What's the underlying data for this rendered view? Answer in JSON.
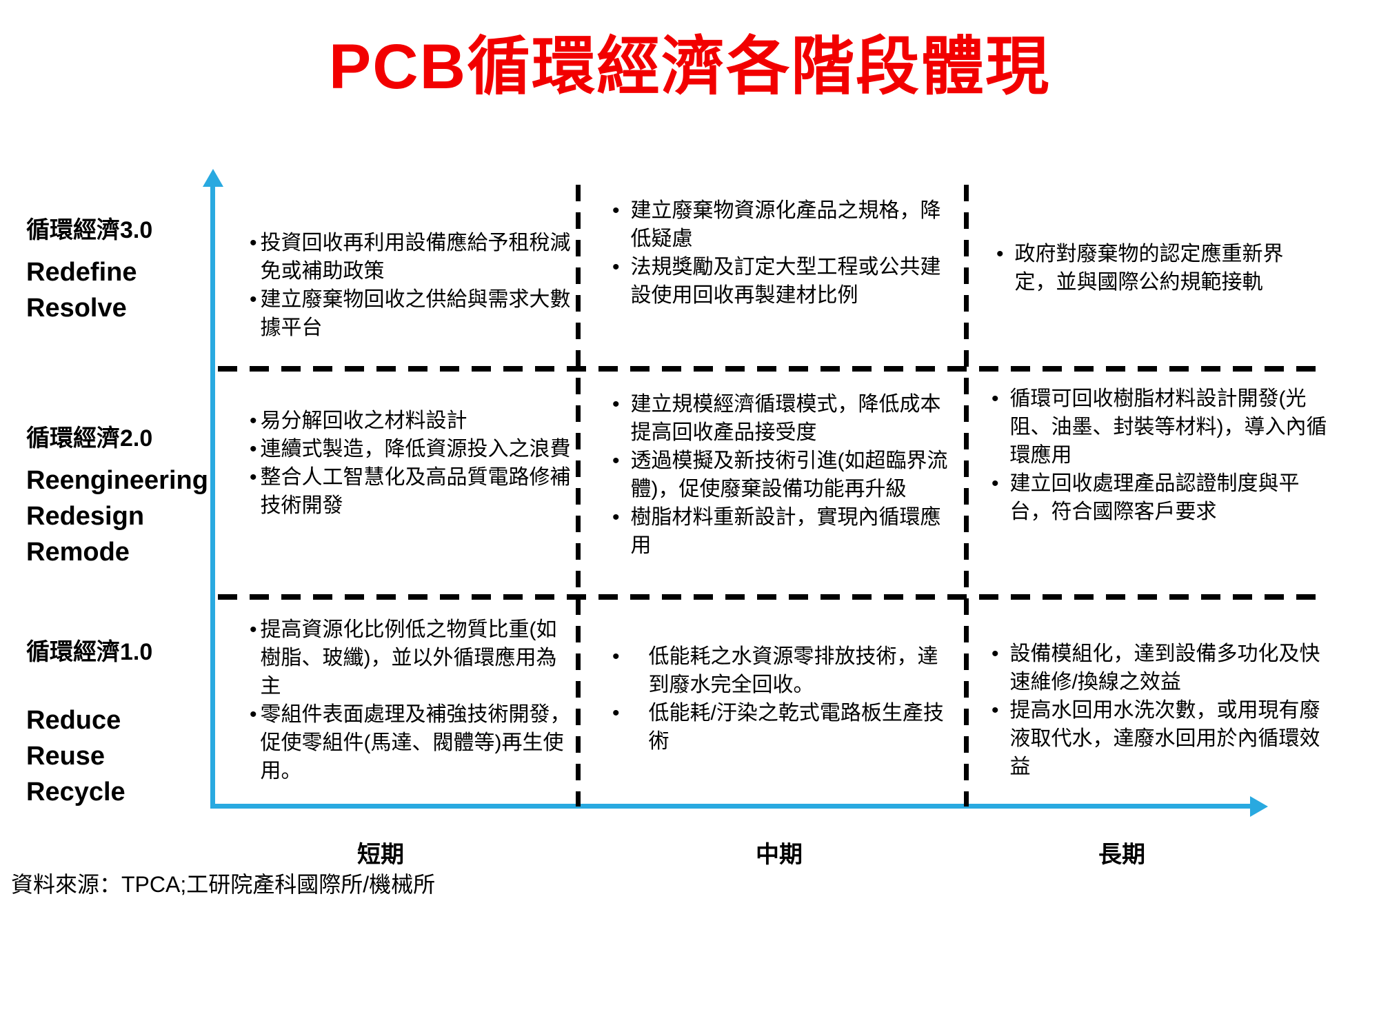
{
  "title": "PCB循環經濟各階段體現",
  "bullet": "•",
  "colors": {
    "title_red": "#F20000",
    "axis_blue": "#29A9E0",
    "text_black": "#000000"
  },
  "x_labels": [
    "短期",
    "中期",
    "長期"
  ],
  "source": "資料來源：TPCA;工研院產科國際所/機械所",
  "rows": [
    {
      "label_zh": "循環經濟3.0",
      "label_en": [
        "Redefine",
        "Resolve"
      ],
      "cells": [
        {
          "bullets": [
            "投資回收再利用設備應給予租稅減免或補助政策",
            "建立廢棄物回收之供給與需求大數據平台"
          ]
        },
        {
          "bullets": [
            "建立廢棄物資源化產品之規格，降低疑慮",
            "法規獎勵及訂定大型工程或公共建設使用回收再製建材比例"
          ]
        },
        {
          "bullets": [
            "政府對廢棄物的認定應重新界定，並與國際公約規範接軌"
          ]
        }
      ]
    },
    {
      "label_zh": "循環經濟2.0",
      "label_en": [
        "Reengineering",
        "Redesign",
        "Remode"
      ],
      "cells": [
        {
          "bullets": [
            "易分解回收之材料設計",
            "連續式製造，降低資源投入之浪費",
            "整合人工智慧化及高品質電路修補技術開發"
          ]
        },
        {
          "bullets": [
            "建立規模經濟循環模式，降低成本提高回收產品接受度",
            "透過模擬及新技術引進(如超臨界流體)，促使廢棄設備功能再升級",
            "樹脂材料重新設計，實現內循環應用"
          ]
        },
        {
          "bullets": [
            "循環可回收樹脂材料設計開發(光阻、油墨、封裝等材料)，導入內循環應用",
            "建立回收處理產品認證制度與平台，符合國際客戶要求"
          ]
        }
      ]
    },
    {
      "label_zh": "循環經濟1.0",
      "label_en": [
        "Reduce",
        "Reuse",
        "Recycle"
      ],
      "cells": [
        {
          "bullets": [
            "提高資源化比例低之物質比重(如樹脂、玻纖)，並以外循環應用為主",
            "零組件表面處理及補強技術開發，促使零組件(馬達、閥體等)再生使用。"
          ]
        },
        {
          "bullets": [
            "低能耗之水資源零排放技術，達到廢水完全回收。",
            "低能耗/汙染之乾式電路板生產技術"
          ]
        },
        {
          "bullets": [
            "設備模組化，達到設備多功化及快速維修/換線之效益",
            "提高水回用水洗次數，或用現有廢液取代水，達廢水回用於內循環效益"
          ]
        }
      ]
    }
  ]
}
